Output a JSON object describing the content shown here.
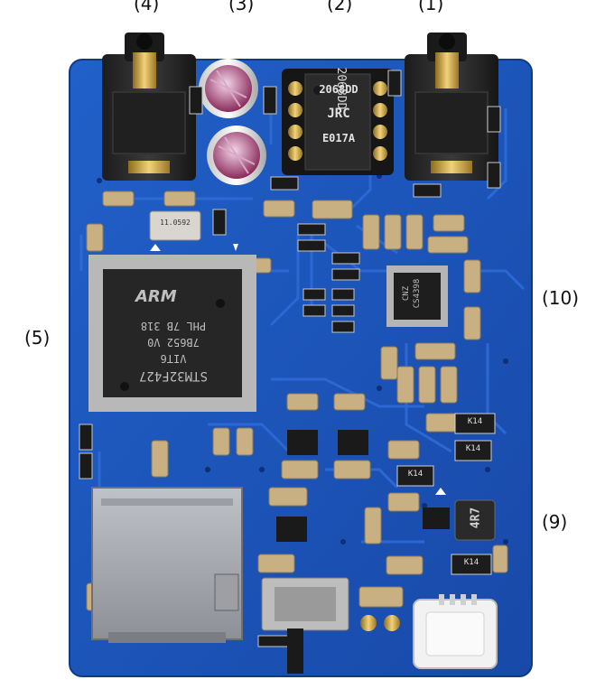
{
  "callouts": {
    "c1": "(1)",
    "c2": "(2)",
    "c3": "(3)",
    "c4": "(4)",
    "c5": "(5)",
    "c9": "(9)",
    "c10": "(10)"
  },
  "chips": {
    "opamp": [
      "2068DD",
      "JRC",
      "E017A"
    ],
    "mcu": [
      "STM32F427",
      "VIT6",
      "7B652 V0",
      "PHL 7B 318"
    ],
    "mcu_logo": "ARM",
    "dac": [
      "CS4398",
      "CNZ"
    ],
    "crystal": "11.0592",
    "inductor": "4R7",
    "small_parts": [
      "K14",
      "K14",
      "K14",
      "K14"
    ]
  },
  "colors": {
    "board": "#1b54b8",
    "board_dark": "#163f91",
    "trace": "#2c69d0",
    "gold": "#c9a640",
    "chip": "#2a2a2a"
  }
}
